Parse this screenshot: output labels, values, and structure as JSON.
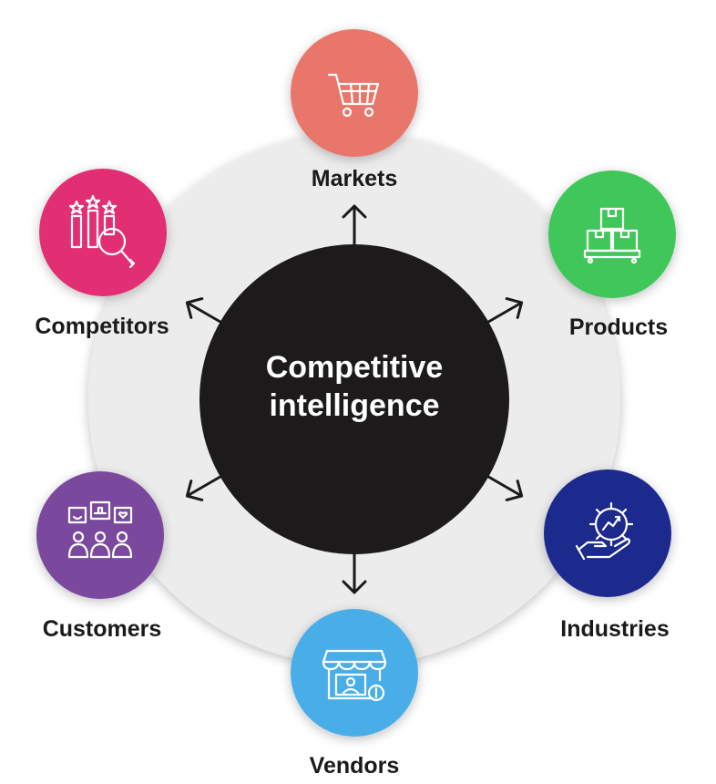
{
  "center": {
    "title_line1": "Competitive",
    "title_line2": "intelligence",
    "color": "#1c1a1a"
  },
  "ring_color": "#ececec",
  "nodes": {
    "markets": {
      "label": "Markets",
      "color": "#e8766a",
      "icon": "shopping-cart-icon"
    },
    "products": {
      "label": "Products",
      "color": "#3fc75a",
      "icon": "boxes-pallet-icon"
    },
    "industries": {
      "label": "Industries",
      "color": "#1f2a8e",
      "icon": "gear-growth-hand-icon"
    },
    "vendors": {
      "label": "Vendors",
      "color": "#4aaee8",
      "icon": "storefront-icon"
    },
    "customers": {
      "label": "Customers",
      "color": "#7a4a9e",
      "icon": "people-feedback-icon"
    },
    "competitors": {
      "label": "Competitors",
      "color": "#e22f73",
      "icon": "chart-magnifier-icon"
    }
  }
}
